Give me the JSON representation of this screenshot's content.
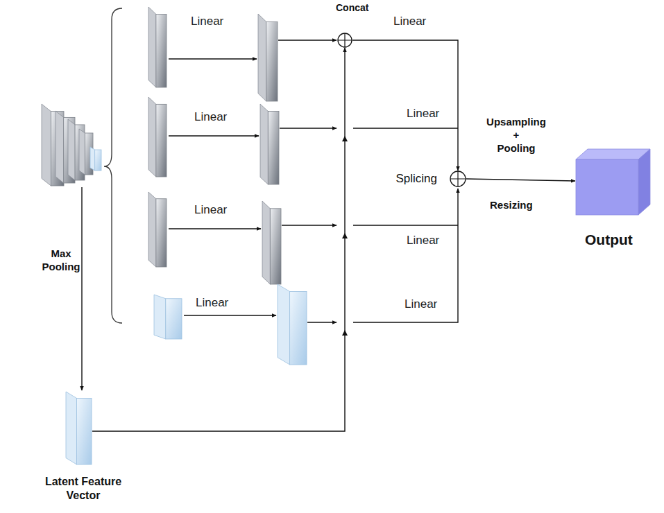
{
  "diagram": {
    "nodes": [
      {
        "text": [
          "Concat"
        ]
      },
      {
        "text": [
          "Splicing"
        ]
      },
      {
        "text": [
          "Output"
        ]
      },
      {
        "text": [
          "Latent Feature Vector"
        ]
      }
    ],
    "edges": [
      {
        "from": 0,
        "to": 1,
        "arrow": "to",
        "label": "Linear"
      },
      {
        "from": 1,
        "to": 2,
        "arrow": "to",
        "label": "Upsampling + Pooling"
      },
      {
        "from": 3,
        "to": 0,
        "arrow": "to"
      }
    ],
    "labels": [
      "Linear",
      "Linear",
      "Linear",
      "Linear",
      "Linear",
      "Linear",
      "Linear",
      "Max Pooling",
      "Resizing"
    ]
  }
}
